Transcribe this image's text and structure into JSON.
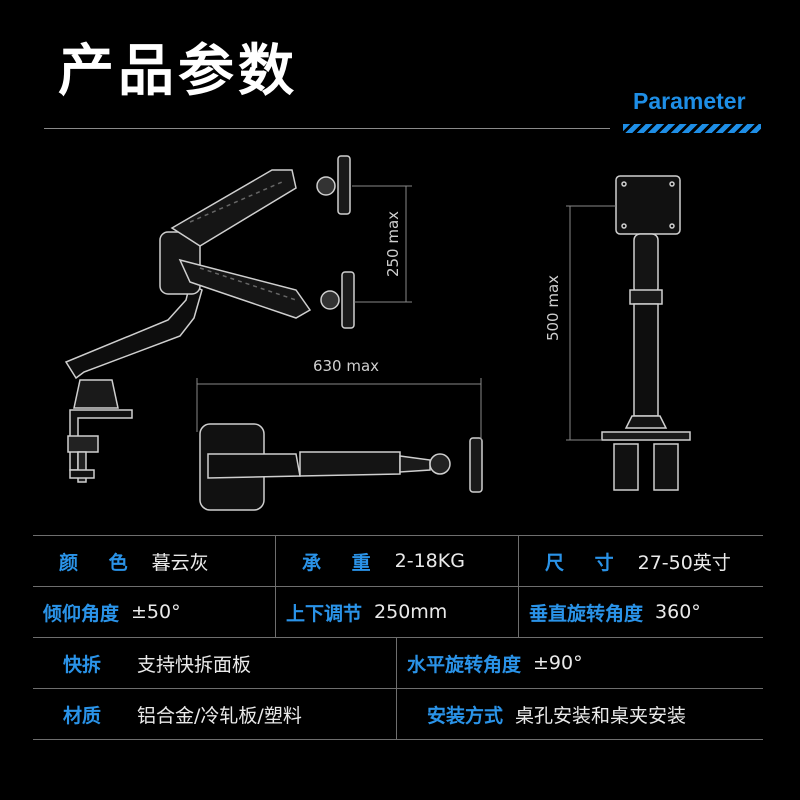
{
  "header": {
    "title": "产品参数",
    "subtitle": "Parameter"
  },
  "dimensions": {
    "height_range": "250 max",
    "reach": "630 max",
    "pole_height": "500 max"
  },
  "specs": {
    "rows": [
      [
        {
          "label": "颜 色",
          "value": "暮云灰"
        },
        {
          "label": "承 重",
          "value": "2-18KG"
        },
        {
          "label": "尺 寸",
          "value": "27-50英寸"
        }
      ],
      [
        {
          "label": "倾仰角度",
          "value": "±50°"
        },
        {
          "label": "上下调节",
          "value": "250mm"
        },
        {
          "label": "垂直旋转角度",
          "value": "360°"
        }
      ],
      [
        {
          "label": "快拆",
          "value": "支持快拆面板"
        },
        {
          "label": "水平旋转角度",
          "value": "±90°"
        }
      ],
      [
        {
          "label": "材质",
          "value": "铝合金/冷轧板/塑料"
        },
        {
          "label": "安装方式",
          "value": "桌孔安装和桌夹安装"
        }
      ]
    ]
  },
  "colors": {
    "accent": "#1e8ee6",
    "background": "#000000",
    "line": "#6e6e6e"
  }
}
